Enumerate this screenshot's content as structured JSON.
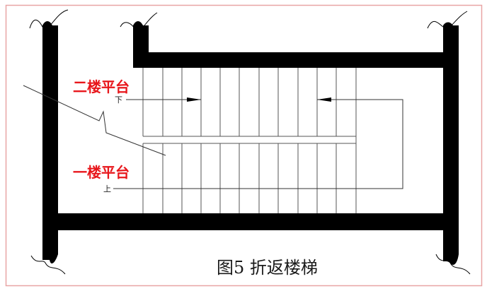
{
  "figure": {
    "caption": "图5 折返楼梯",
    "upper_landing_label": "二楼平台",
    "lower_landing_label": "一楼平台",
    "down_mark": "下",
    "up_mark": "上"
  },
  "colors": {
    "frame_border": "#e8a5a5",
    "wall": "#000000",
    "label_red": "#e8161b",
    "line": "#333333"
  }
}
